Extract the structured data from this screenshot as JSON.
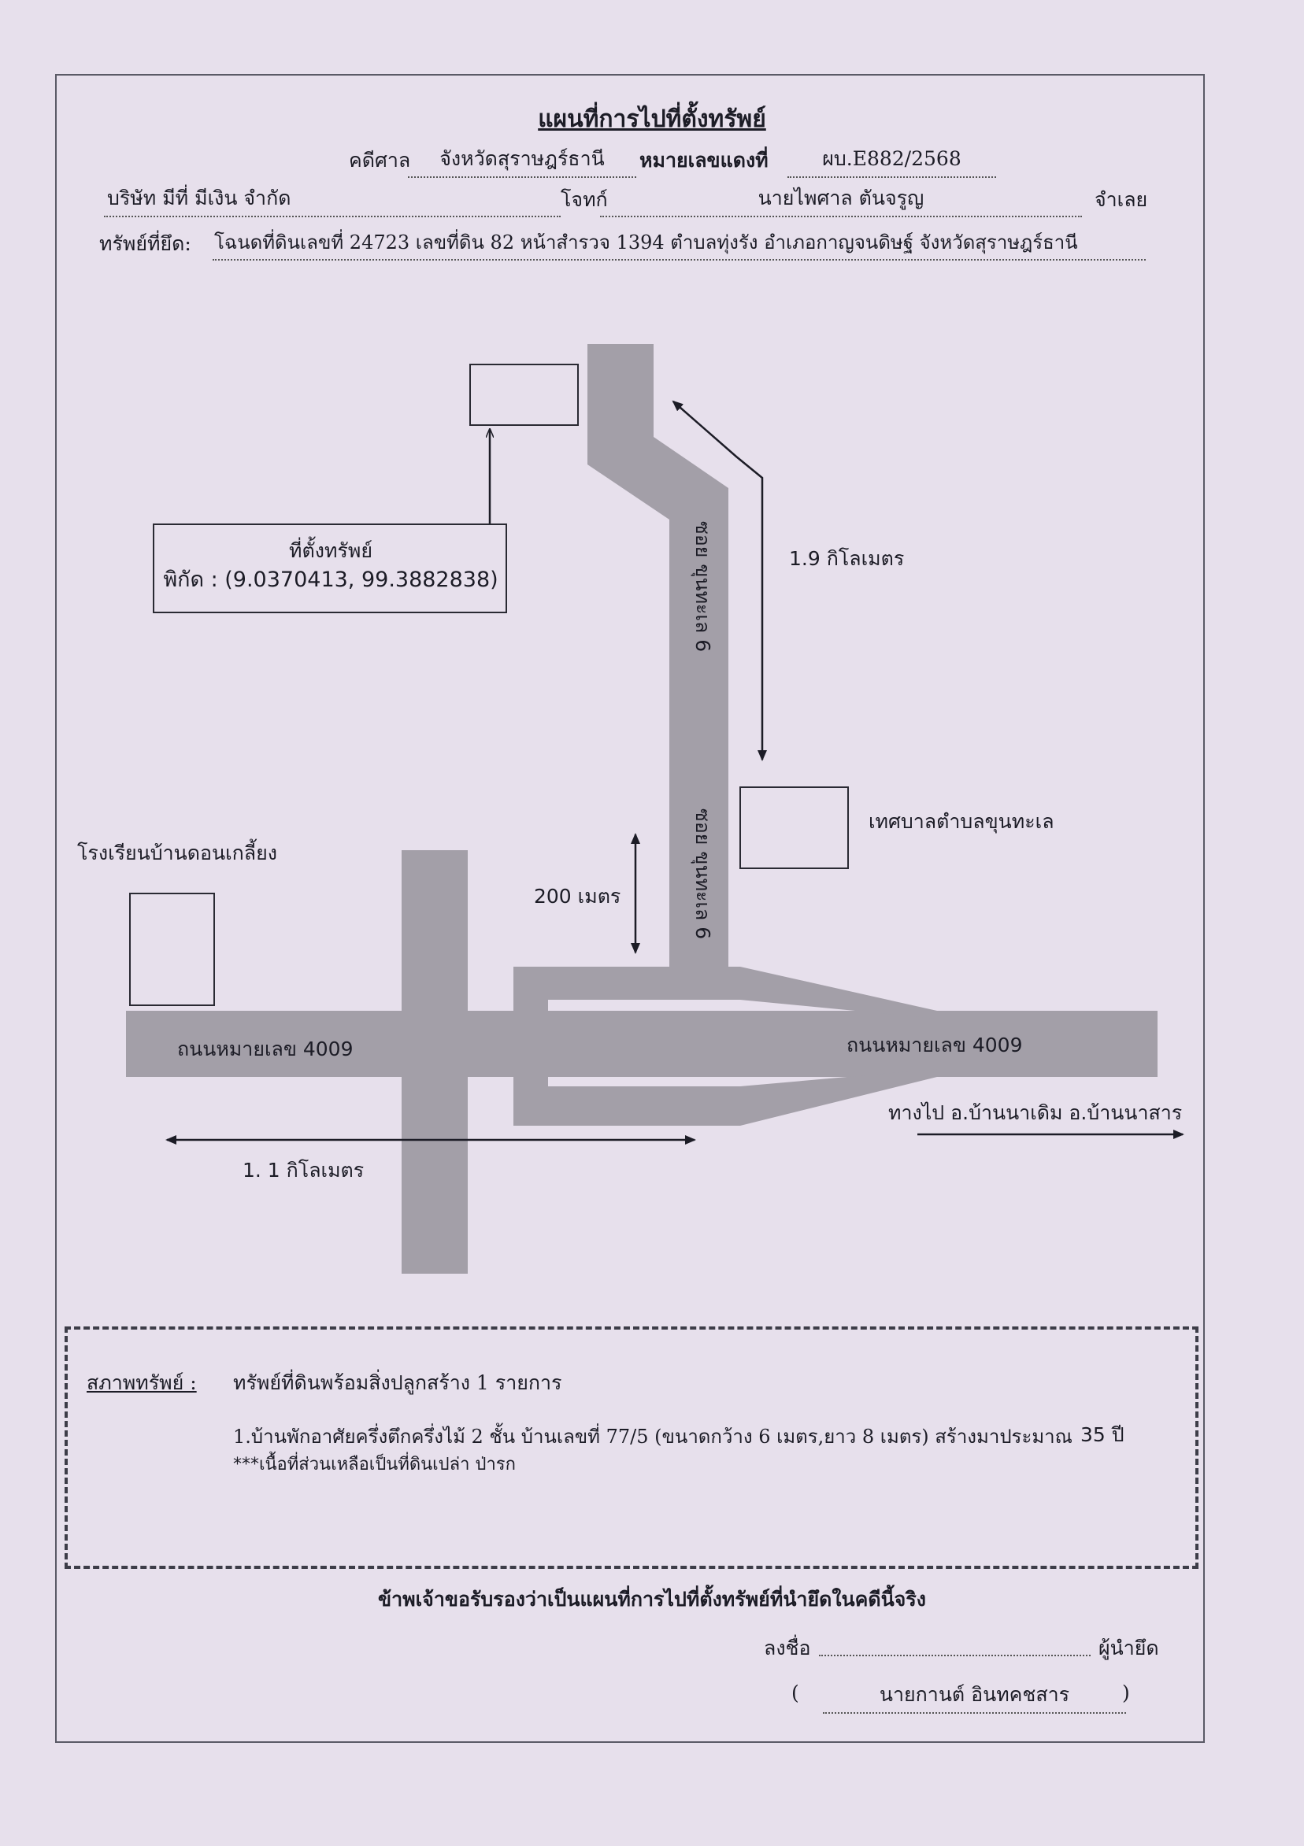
{
  "header": {
    "title": "แผนที่การไปที่ตั้งทรัพย์",
    "court_label": "คดีศาล",
    "court_value": "จังหวัดสุราษฎร์ธานี",
    "red_case_label": "หมายเลขแดงที่",
    "red_case_value": "ผบ.E882/2568",
    "plaintiff_value": "บริษัท มีที่ มีเงิน จำกัด",
    "plaintiff_label": "โจทก์",
    "defendant_value": "นายไพศาล ตันจรูญ",
    "defendant_label": "จำเลย",
    "seized_label": "ทรัพย์ที่ยึด:",
    "seized_value": "โฉนดที่ดินเลขที่ 24723 เลขที่ดิน 82 หน้าสำรวจ 1394 ตำบลทุ่งรัง อำเภอกาญจนดิษฐ์ จังหวัดสุราษฎร์ธานี"
  },
  "map": {
    "soi_label": "ซอย ขุนทะเล 6",
    "main_road_label": "ถนนหมายเลข 4009",
    "property_title": "ที่ตั้งทรัพย์",
    "property_coords": "พิกัด : (9.0370413, 99.3882838)",
    "distance_north": "1.9 กิโลเมตร",
    "distance_200": "200 เมตร",
    "distance_west": "1. 1 กิโลเมตร",
    "municipality": "เทศบาลตำบลขุนทะเล",
    "school": "โรงเรียนบ้านดอนเกลี้ยง",
    "direction": "ทางไป อ.บ้านนาเดิม อ.บ้านนาสาร"
  },
  "condition": {
    "label": "สภาพทรัพย์ :",
    "summary": "ทรัพย์ที่ดินพร้อมสิ่งปลูกสร้าง 1 รายการ",
    "item1": "1.บ้านพักอาศัยครึ่งตึกครึ่งไม้ 2 ชั้น บ้านเลขที่ 77/5 (ขนาดกว้าง 6 เมตร,ยาว 8 เมตร) สร้างมาประมาณ",
    "item1_years": "35 ปี",
    "note": "***เนื้อที่ส่วนเหลือเป็นที่ดินเปล่า ป่ารก"
  },
  "footer": {
    "certify": "ข้าพเจ้าขอรับรองว่าเป็นแผนที่การไปที่ตั้งทรัพย์ที่นำยึดในคดีนี้จริง",
    "sign_label": "ลงชื่อ",
    "role": "ผู้นำยึด",
    "open_paren": "(",
    "signer": "นายกานต์ อินทคชสาร",
    "close_paren": ")"
  },
  "colors": {
    "paper": "#e7e0ec",
    "road": "#a39fa8",
    "ink": "#1c1c26"
  }
}
